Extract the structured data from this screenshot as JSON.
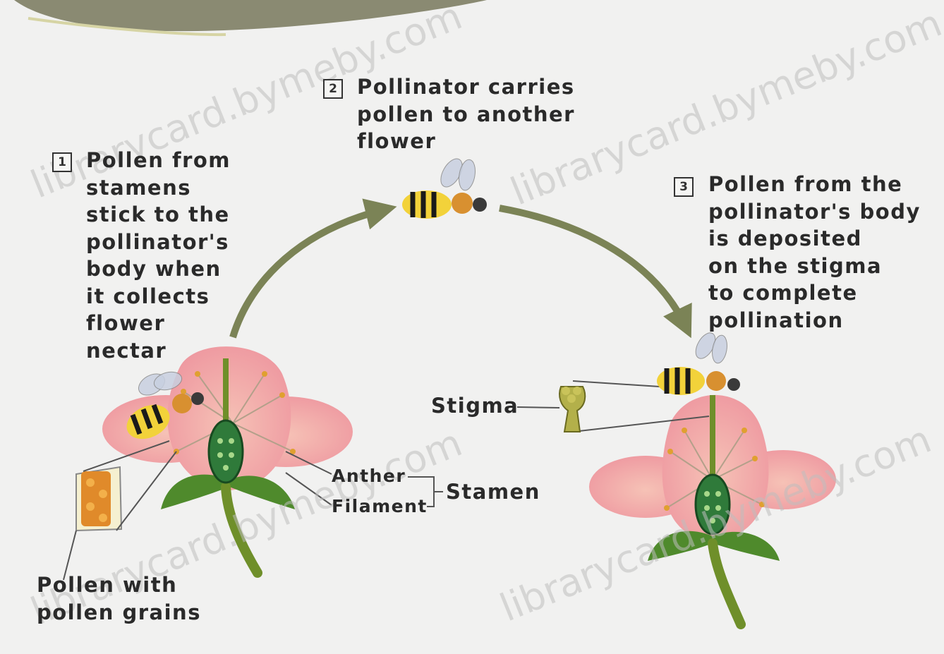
{
  "steps": [
    {
      "number": "1",
      "text": "Pollen from\nstamens\nstick to the\npollinator's\nbody when\nit collects\nflower\nnectar"
    },
    {
      "number": "2",
      "text": "Pollinator carries\npollen to another\nflower"
    },
    {
      "number": "3",
      "text": "Pollen from the\npollinator's body\nis deposited\non the stigma\nto complete\npollination"
    }
  ],
  "labels": {
    "stigma": "Stigma",
    "anther": "Anther",
    "filament": "Filament",
    "stamen": "Stamen",
    "pollen": "Pollen with\npollen grains"
  },
  "watermark": "librarycard.bymeby.com",
  "colors": {
    "background": "#f1f1f0",
    "petal": "#f0a0a4",
    "stem": "#6f8f2a",
    "leaf": "#4f8a2c",
    "arrow": "#7b8356",
    "bee_yellow": "#f2d23a",
    "top_band": "#8a8a72"
  }
}
